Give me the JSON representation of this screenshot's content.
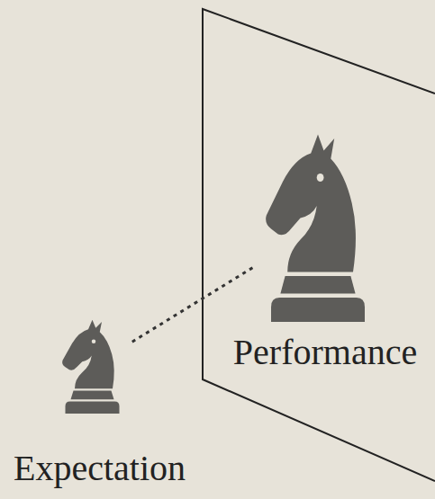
{
  "diagram": {
    "nodes": [
      {
        "text": [
          "Expectation"
        ]
      },
      {
        "text": [
          "Performance"
        ]
      }
    ],
    "edges": [
      {
        "from": 0,
        "to": 1,
        "arrow": "none"
      }
    ]
  }
}
